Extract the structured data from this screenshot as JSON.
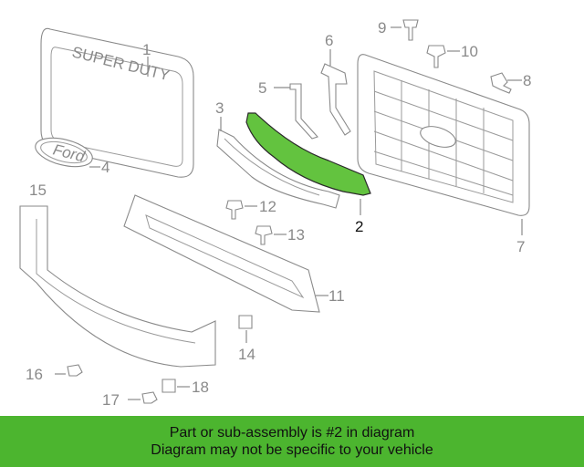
{
  "diagram": {
    "highlight_color": "#63c33f",
    "emblem_text": "SUPER DUTY",
    "logo_text": "Ford",
    "callouts": {
      "c1": "1",
      "c2": "2",
      "c3": "3",
      "c4": "4",
      "c5": "5",
      "c6": "6",
      "c7": "7",
      "c8": "8",
      "c9": "9",
      "c10": "10",
      "c11": "11",
      "c12": "12",
      "c13": "13",
      "c14": "14",
      "c15": "15",
      "c16": "16",
      "c17": "17",
      "c18": "18"
    }
  },
  "banner": {
    "line1": "Part or sub-assembly is #2 in diagram",
    "line2": "Diagram may not be specific to your vehicle",
    "color": "#4cb52f"
  }
}
